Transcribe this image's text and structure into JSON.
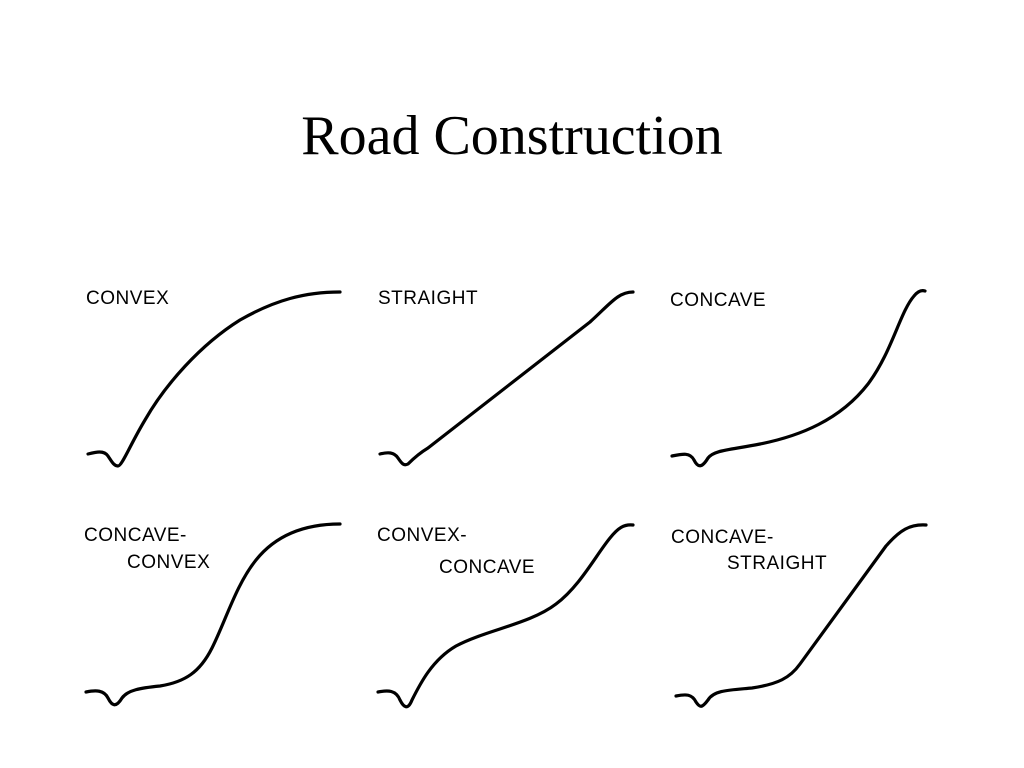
{
  "slide": {
    "title": "Road Construction"
  },
  "profiles": [
    {
      "id": "convex",
      "label_lines": [
        "CONVEX"
      ]
    },
    {
      "id": "straight",
      "label_lines": [
        "STRAIGHT"
      ]
    },
    {
      "id": "concave",
      "label_lines": [
        "CONCAVE"
      ]
    },
    {
      "id": "concave-convex",
      "label_lines": [
        "CONCAVE-",
        "CONVEX"
      ]
    },
    {
      "id": "convex-concave",
      "label_lines": [
        "CONVEX-",
        "CONCAVE"
      ]
    },
    {
      "id": "concave-straight",
      "label_lines": [
        "CONCAVE-",
        "STRAIGHT"
      ]
    }
  ]
}
